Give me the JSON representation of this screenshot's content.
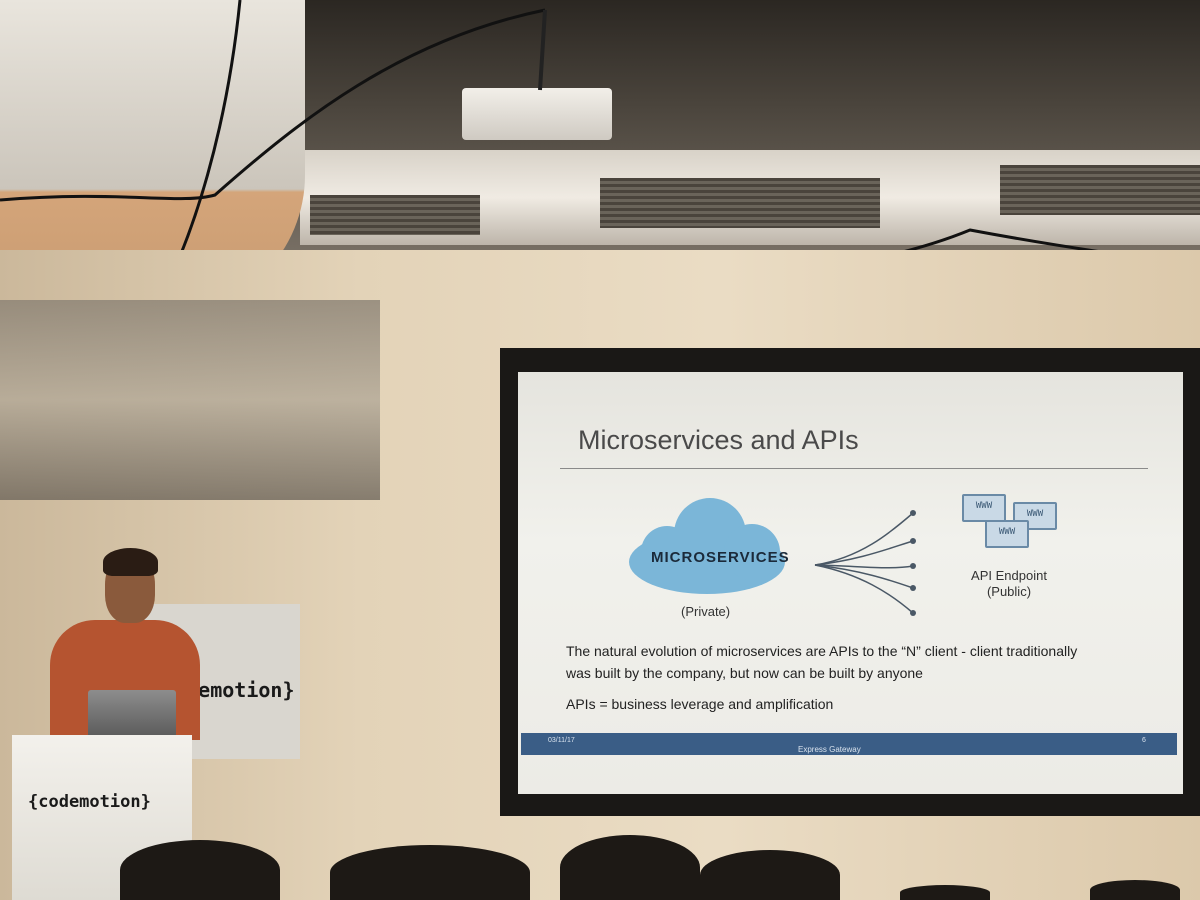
{
  "slide": {
    "title": "Microservices and APIs",
    "cloud_label": "MICROSERVICES",
    "private_label": "(Private)",
    "endpoint_label": "API Endpoint (Public)",
    "www_label": "WWW",
    "body": "The natural evolution of microservices are APIs to the “N” client  - client traditionally was built by the company, but now can be built by anyone",
    "body2": "APIs = business leverage and amplification",
    "footer_date": "03/11/17",
    "footer_center": "Express Gateway",
    "footer_page": "6"
  },
  "venue": {
    "banner_text": "{codemotion}",
    "podium_text": "{codemotion}"
  },
  "colors": {
    "cloud": "#7bb6d8",
    "footer_bar": "#3a5d86",
    "shirt": "#b55430"
  }
}
